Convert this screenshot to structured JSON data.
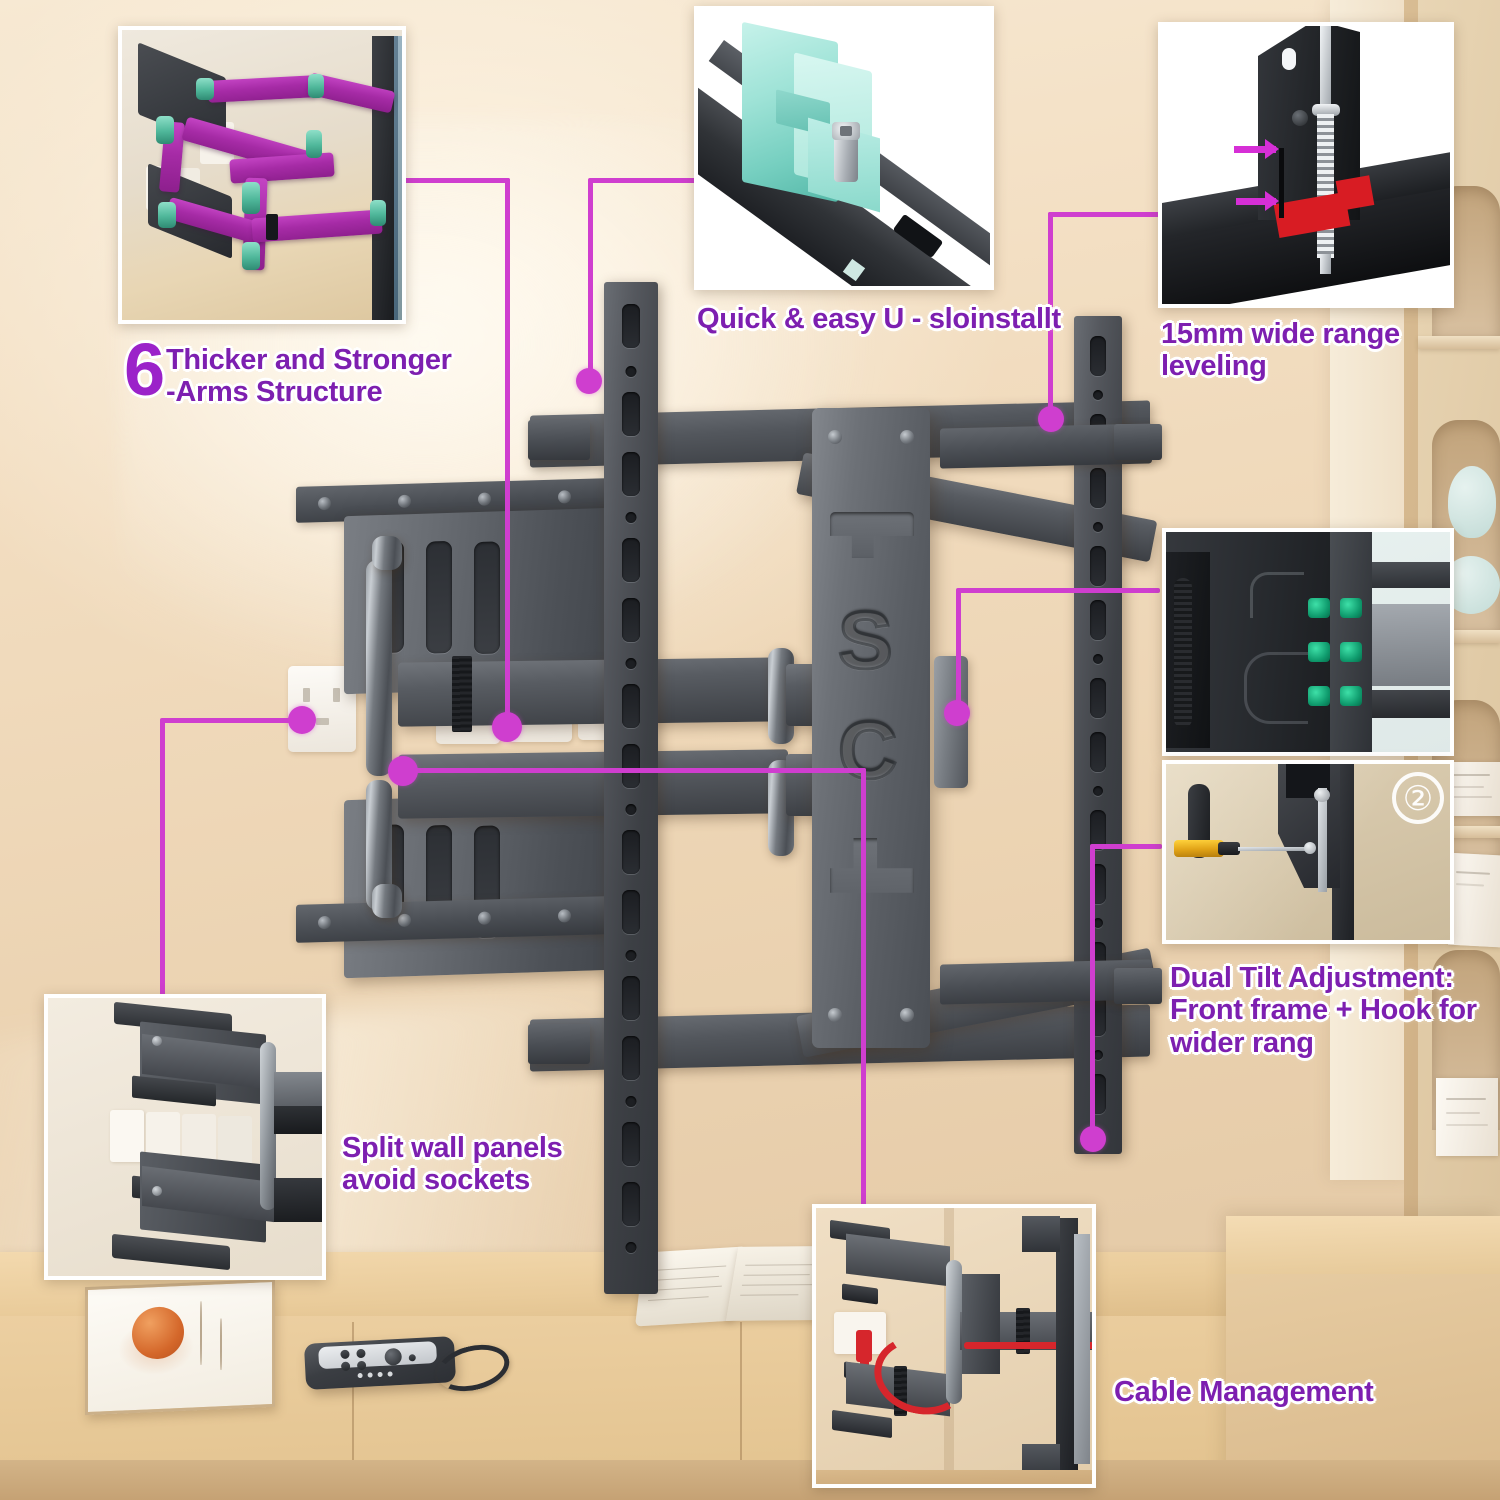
{
  "product": {
    "type": "full-motion TV wall mount",
    "brand_emboss": [
      "S",
      "C"
    ]
  },
  "callouts": [
    {
      "id": "six-arms",
      "number": "6",
      "label": "Thicker and Stronger\n-Arms Structure",
      "inset_name": "six-arm-structure-photo",
      "inset_alt": "wall mount with six purple-highlighted arms and teal pivot joints"
    },
    {
      "id": "u-slot",
      "label": "Quick & easy U - sloinstallt",
      "inset_name": "u-slot-install-photo",
      "inset_alt": "teal U-slot bracket sliding onto dark rail with hex bolt"
    },
    {
      "id": "leveling",
      "label": "15mm wide range leveling",
      "inset_name": "leveling-photo",
      "inset_alt": "leveling screw with magenta arrows and red range bands"
    },
    {
      "id": "dual-tilt",
      "label": "Dual Tilt Adjustment:\nFront frame + Hook for\nwider rang",
      "inset_name": "dual-tilt-photo",
      "inset_alt": "front frame bolts highlighted green and hook tilt screwdriver adjustment",
      "step_badge": "②"
    },
    {
      "id": "split-panels",
      "label": "Split wall panels\navoid sockets",
      "inset_name": "split-wall-panels-photo",
      "inset_alt": "split wall plates straddling a row of wall sockets"
    },
    {
      "id": "cable-management",
      "label": "Cable Management",
      "inset_name": "cable-management-photo",
      "inset_alt": "red power cable routed through velcro straps along the arm"
    }
  ],
  "colors": {
    "accent_magenta": "#cf3ecf",
    "label_purple": "#7d1fb0",
    "number_purple": "#9b22c9",
    "highlight_green": "#0f9b6d",
    "highlight_red": "#d81c23",
    "highlight_teal": "#76cfc0",
    "metal_dark": "#33363b",
    "wall_beige": "#f2ddc0",
    "wood": "#e9cb9a"
  },
  "scene": {
    "background": "living room with beige wall, wooden console and right-hand shelving unit",
    "props": [
      "framed artwork with orange ball",
      "game controller with wrist strap",
      "open book",
      "books on shelf",
      "pale vase"
    ]
  }
}
